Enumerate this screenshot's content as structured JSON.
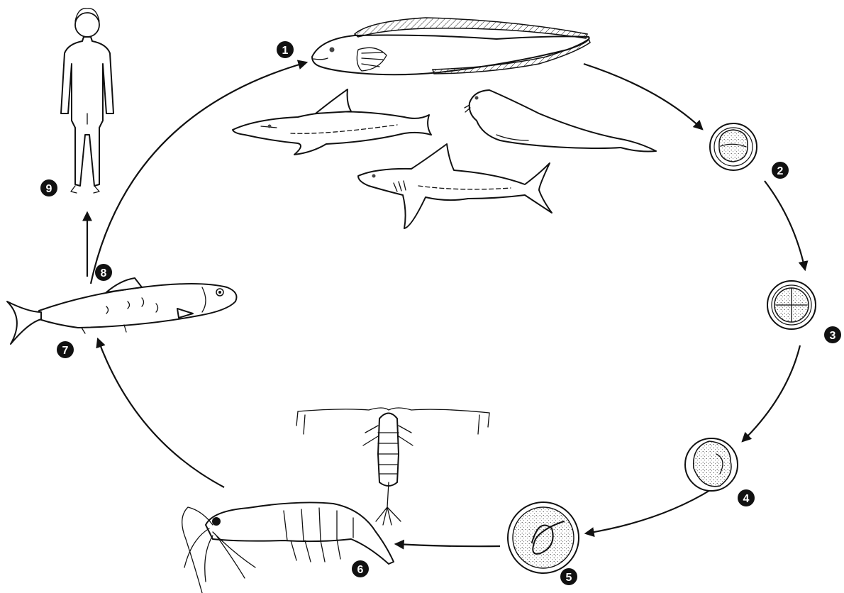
{
  "stages": [
    {
      "number": "1",
      "name": "adult-worm"
    },
    {
      "number": "2",
      "name": "egg-two-cell"
    },
    {
      "number": "3",
      "name": "egg-four-cell"
    },
    {
      "number": "4",
      "name": "egg-developing"
    },
    {
      "number": "5",
      "name": "egg-larva"
    },
    {
      "number": "6",
      "name": "crustacean-host"
    },
    {
      "number": "7",
      "name": "fish-host"
    },
    {
      "number": "8",
      "name": "ingestion-step"
    },
    {
      "number": "9",
      "name": "human-host"
    }
  ],
  "colors": {
    "ink": "#111111",
    "badge_fill": "#111111",
    "badge_text": "#ffffff",
    "egg_stipple": "#444444"
  }
}
